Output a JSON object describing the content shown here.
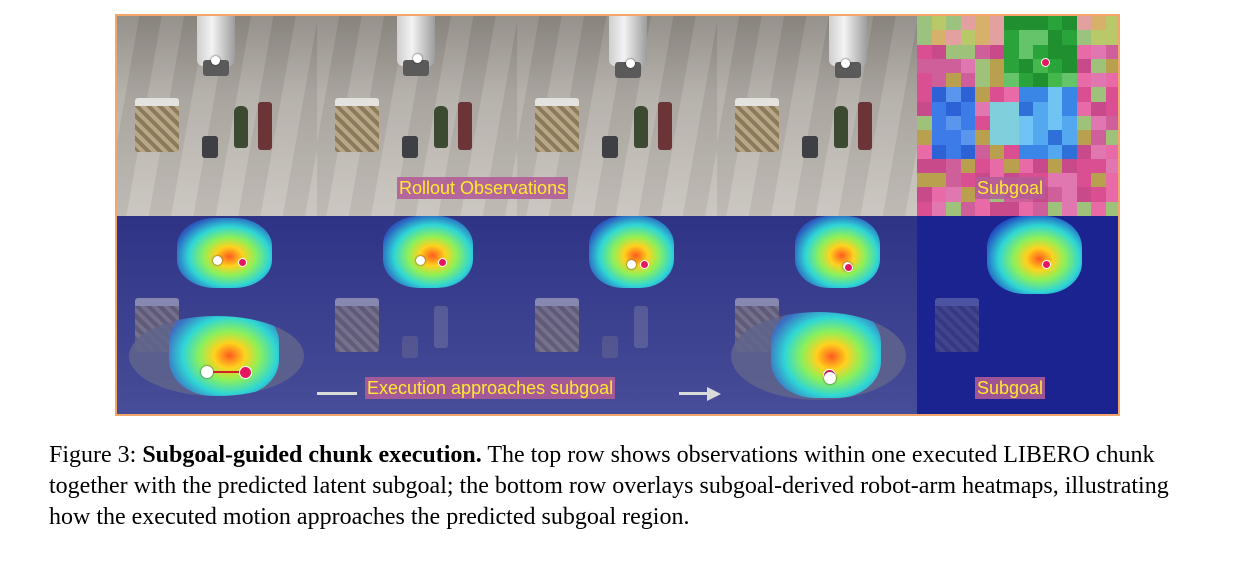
{
  "figure": {
    "labels": {
      "rollout": "Rollout Observations",
      "subgoal_top": "Subgoal",
      "execution": "Execution approaches subgoal",
      "subgoal_bottom": "Subgoal"
    },
    "colors": {
      "border": "#f4a66a",
      "label_text": "#ffe930",
      "label_bg": "#b25c96",
      "current_point": "#ffffff",
      "subgoal_point": "#e3165f"
    }
  },
  "caption": {
    "prefix": "Figure 3: ",
    "title": "Subgoal-guided chunk execution.",
    "body": " The top row shows observations within one executed LIBERO chunk together with the predicted latent subgoal; the bottom row overlays subgoal-derived robot-arm heatmaps, illustrating how the executed motion approaches the predicted subgoal region."
  }
}
